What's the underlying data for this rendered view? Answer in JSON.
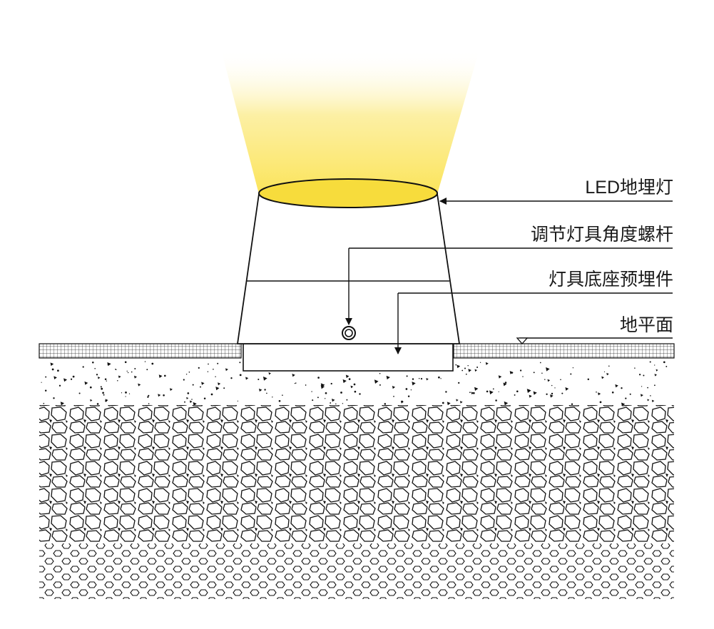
{
  "labels": {
    "led": "LED地埋灯",
    "bolt": "调节灯具角度螺杆",
    "embed": "灯具底座预埋件",
    "ground": "地平面"
  },
  "colors": {
    "beam": "#fbe45a",
    "lens": "#f7dc3c",
    "stroke": "#111111"
  }
}
